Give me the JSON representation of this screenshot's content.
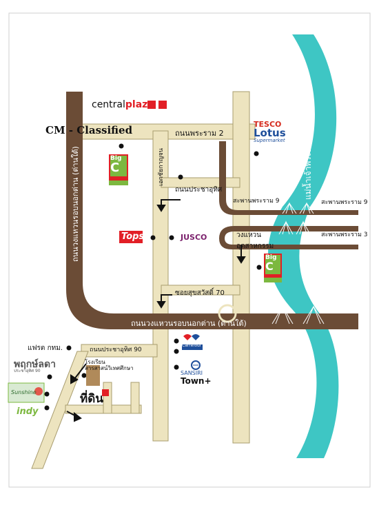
{
  "map": {
    "header_text": "CM - Classified",
    "roads": {
      "rama2": "ถนนพระราม 2",
      "ring_vertical": "ถนนวงแหวนรอบนอกต่าน (ต่านใต้)",
      "ring_bottom": "ถนนวงแหวนรอบนอกต่าน (ต่านใต้)",
      "pracha_uthit": "ถนนประชาอุทิศ",
      "pracha_uthit_90": "ถนนประชาอุทิศ 90",
      "soi_suksawat_70": "ซอยสุขสวัสดิ์ 70",
      "kanchana_label": "เอกชัยกาญจน",
      "ring_junction": "วงแหวน",
      "utsahakam": "อุตสาหกรรม",
      "bridge_rama9_left": "สะพานพระราม 9",
      "bridge_rama9_right": "สะพานพระราม 9",
      "bridge_rama3": "สะพานพระราม 3",
      "river_top": "แม่น้ำเจ้าพระยา",
      "river_bottom": "แม่น้ำเจ้าพระยา"
    },
    "places": {
      "central": {
        "prefix": "central",
        "suffix": "plaza"
      },
      "tesco": {
        "line1": "TESCO",
        "line2": "Lotus",
        "line3": "Supermarket"
      },
      "bigc_1": {
        "big": "Big",
        "c": "C"
      },
      "bigc_2": {
        "big": "Big",
        "c": "C"
      },
      "tops": "Tops",
      "jusco": "JUSCO",
      "carrefour": "Carrefour",
      "sansiri": {
        "line1": "SANSIRI",
        "line2": "Town+"
      },
      "fresh_market": "แฟรต กทม.",
      "pruksa": {
        "line1": "พฤกษ์ลดา",
        "line2": "ประชาอุทิศ 90"
      },
      "school": {
        "line1": "โรงเรียน",
        "line2": "สารสาสน์วิเทศศึกษา"
      },
      "site": "ที่ดิน",
      "logo_sunshine": "Sunshine",
      "logo_indy": "indy"
    },
    "colors": {
      "road_brown": "#6b4c36",
      "road_beige": "#ede4bf",
      "road_beige_edge": "#a89c6e",
      "river": "#3ec6c4",
      "bigc_red": "#e21f26",
      "bigc_green": "#7cb83f",
      "tops_red": "#e21f26",
      "central_red": "#e21f26",
      "tesco_red": "#d52b1e",
      "tesco_blue": "#1f4f9b",
      "jusco_purple": "#7a1f6b"
    }
  }
}
